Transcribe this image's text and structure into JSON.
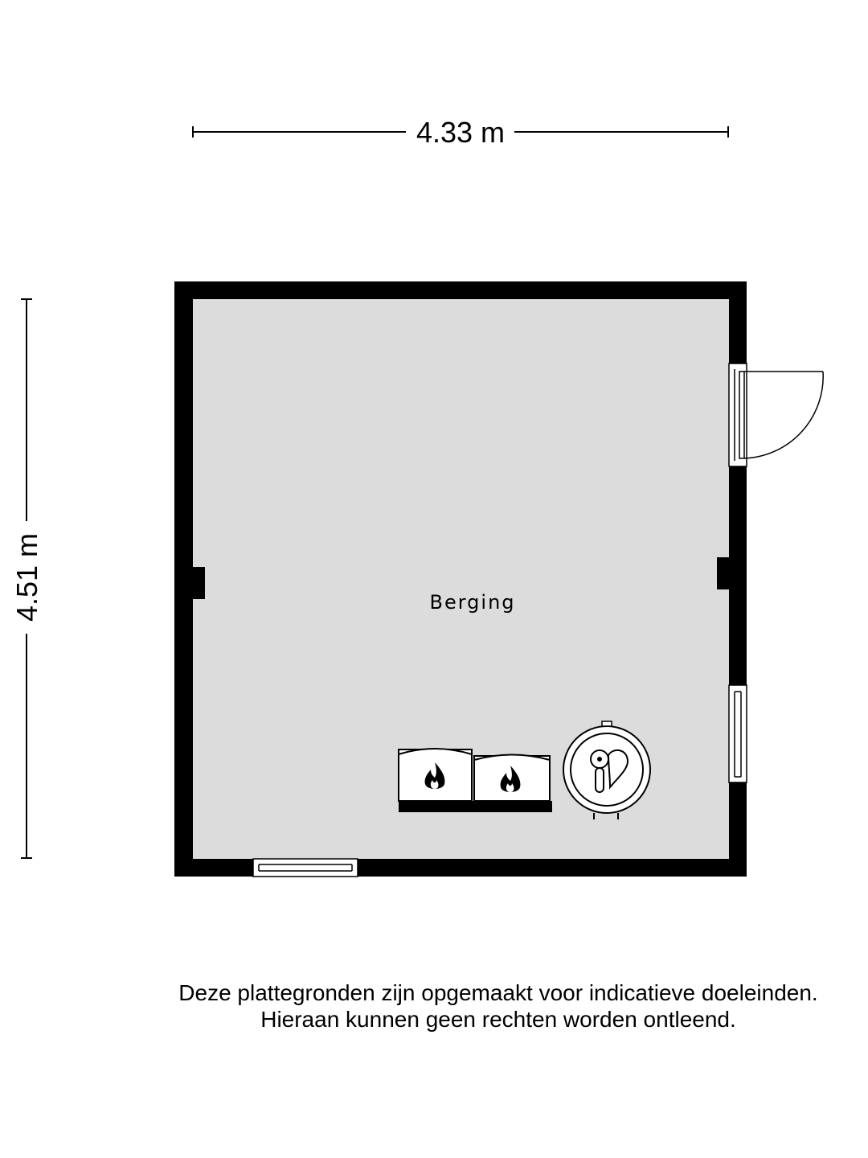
{
  "dimensions": {
    "width": "4.33 m",
    "height": "4.51 m"
  },
  "room": {
    "name": "Berging"
  },
  "fixtures": {
    "boilers": [
      "flame-icon",
      "flame-icon"
    ],
    "meter": "gas-meter-icon"
  },
  "disclaimer": {
    "line1": "Deze plattegronden zijn opgemaakt voor indicatieve doeleinden.",
    "line2": "Hieraan kunnen geen rechten worden ontleend."
  },
  "colors": {
    "wall": "#000000",
    "floor": "#dcdcdc"
  }
}
